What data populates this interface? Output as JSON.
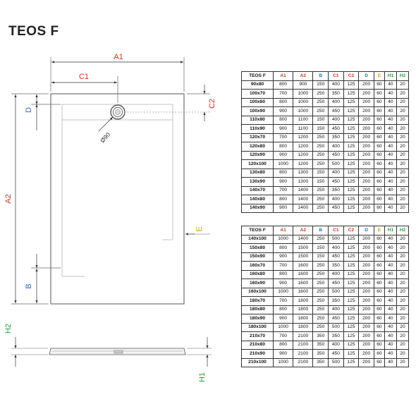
{
  "title": "TEOS F",
  "dimension_labels": {
    "A1": "A1",
    "A2": "A2",
    "B": "B",
    "C1": "C1",
    "C2": "C2",
    "D": "D",
    "E": "E",
    "H1": "H1",
    "H2": "H2",
    "drain": "Ø90"
  },
  "colors": {
    "A1": "#c0392b",
    "A2": "#c0392b",
    "B": "#2e6fb0",
    "C1": "#c0392b",
    "C2": "#c0392b",
    "D": "#2e6fb0",
    "E": "#c9a800",
    "H1": "#2e9e47",
    "H2": "#2e9e47"
  },
  "table_headers": [
    {
      "label": "TEOS F",
      "color": "#111111"
    },
    {
      "label": "A1",
      "color": "#c0392b"
    },
    {
      "label": "A2",
      "color": "#c0392b"
    },
    {
      "label": "B",
      "color": "#2e6fb0"
    },
    {
      "label": "C1",
      "color": "#c0392b"
    },
    {
      "label": "C2",
      "color": "#c0392b"
    },
    {
      "label": "D",
      "color": "#2e6fb0"
    },
    {
      "label": "E",
      "color": "#c9a800"
    },
    {
      "label": "H1",
      "color": "#2e9e47"
    },
    {
      "label": "H2",
      "color": "#2e9e47"
    }
  ],
  "table1_rows": [
    [
      "90x80",
      "800",
      "900",
      "150",
      "400",
      "125",
      "200",
      "60",
      "40",
      "20"
    ],
    [
      "100x70",
      "700",
      "1000",
      "250",
      "350",
      "125",
      "200",
      "60",
      "40",
      "20"
    ],
    [
      "100x80",
      "800",
      "1000",
      "250",
      "400",
      "125",
      "200",
      "60",
      "40",
      "20"
    ],
    [
      "100x90",
      "900",
      "1000",
      "250",
      "450",
      "125",
      "200",
      "60",
      "40",
      "20"
    ],
    [
      "110x80",
      "800",
      "1100",
      "150",
      "400",
      "125",
      "200",
      "60",
      "40",
      "20"
    ],
    [
      "110x90",
      "900",
      "1100",
      "150",
      "450",
      "125",
      "200",
      "60",
      "40",
      "20"
    ],
    [
      "120x70",
      "700",
      "1200",
      "250",
      "350",
      "125",
      "200",
      "60",
      "40",
      "20"
    ],
    [
      "120x80",
      "800",
      "1200",
      "250",
      "400",
      "125",
      "200",
      "60",
      "40",
      "20"
    ],
    [
      "120x90",
      "900",
      "1200",
      "250",
      "450",
      "125",
      "200",
      "60",
      "40",
      "20"
    ],
    [
      "120x100",
      "1000",
      "1200",
      "250",
      "500",
      "125",
      "200",
      "60",
      "40",
      "20"
    ],
    [
      "130x80",
      "800",
      "1300",
      "150",
      "400",
      "125",
      "200",
      "60",
      "40",
      "20"
    ],
    [
      "130x90",
      "900",
      "1300",
      "150",
      "450",
      "125",
      "200",
      "60",
      "40",
      "20"
    ],
    [
      "140x70",
      "700",
      "1400",
      "250",
      "350",
      "125",
      "200",
      "60",
      "40",
      "20"
    ],
    [
      "140x80",
      "800",
      "1400",
      "250",
      "400",
      "125",
      "200",
      "60",
      "40",
      "20"
    ],
    [
      "140x90",
      "900",
      "1400",
      "250",
      "450",
      "125",
      "200",
      "60",
      "40",
      "20"
    ]
  ],
  "table2_rows": [
    [
      "140x100",
      "1000",
      "1400",
      "250",
      "500",
      "125",
      "200",
      "60",
      "40",
      "20"
    ],
    [
      "150x80",
      "800",
      "1500",
      "150",
      "400",
      "125",
      "200",
      "60",
      "40",
      "20"
    ],
    [
      "150x90",
      "900",
      "1500",
      "150",
      "450",
      "125",
      "200",
      "60",
      "40",
      "20"
    ],
    [
      "160x70",
      "700",
      "1600",
      "250",
      "350",
      "125",
      "200",
      "60",
      "40",
      "20"
    ],
    [
      "160x80",
      "800",
      "1600",
      "250",
      "400",
      "125",
      "200",
      "60",
      "40",
      "20"
    ],
    [
      "160x90",
      "900",
      "1600",
      "250",
      "450",
      "125",
      "200",
      "60",
      "40",
      "20"
    ],
    [
      "160x100",
      "1000",
      "1600",
      "250",
      "500",
      "125",
      "200",
      "60",
      "40",
      "20"
    ],
    [
      "180x70",
      "700",
      "1800",
      "250",
      "350",
      "125",
      "200",
      "60",
      "40",
      "20"
    ],
    [
      "180x80",
      "800",
      "1800",
      "250",
      "400",
      "125",
      "200",
      "60",
      "40",
      "20"
    ],
    [
      "180x90",
      "900",
      "1800",
      "250",
      "450",
      "125",
      "200",
      "60",
      "40",
      "20"
    ],
    [
      "180x100",
      "1000",
      "1800",
      "250",
      "500",
      "125",
      "200",
      "60",
      "40",
      "20"
    ],
    [
      "210x70",
      "700",
      "2100",
      "350",
      "350",
      "125",
      "200",
      "60",
      "40",
      "20"
    ],
    [
      "210x80",
      "800",
      "2100",
      "350",
      "400",
      "125",
      "200",
      "60",
      "40",
      "20"
    ],
    [
      "210x90",
      "900",
      "2100",
      "350",
      "450",
      "125",
      "200",
      "60",
      "40",
      "20"
    ],
    [
      "210x100",
      "1000",
      "2100",
      "350",
      "500",
      "125",
      "200",
      "60",
      "40",
      "20"
    ]
  ]
}
